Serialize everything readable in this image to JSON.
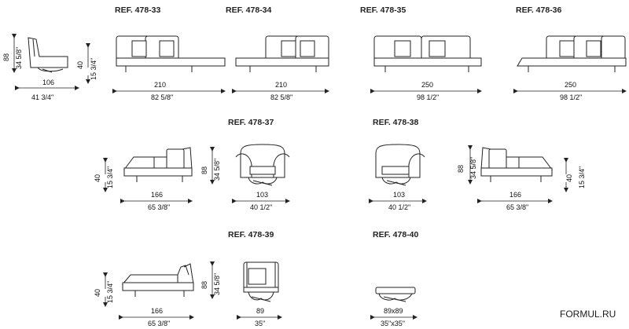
{
  "watermark": "FORMUL.RU",
  "products": [
    {
      "ref": "REF. 478-33",
      "width_cm": "210",
      "width_in": "82 5/8\""
    },
    {
      "ref": "REF. 478-34",
      "width_cm": "210",
      "width_in": "82 5/8\""
    },
    {
      "ref": "REF. 478-35",
      "width_cm": "250",
      "width_in": "98 1/2\""
    },
    {
      "ref": "REF. 478-36",
      "width_cm": "250",
      "width_in": "98 1/2\""
    },
    {
      "ref": "REF. 478-37",
      "width_cm": "166",
      "width_in": "65 3/8\"",
      "chair_cm": "103",
      "chair_in": "40 1/2\""
    },
    {
      "ref": "REF. 478-38",
      "width_cm": "166",
      "width_in": "65 3/8\"",
      "chair_cm": "103",
      "chair_in": "40 1/2\""
    },
    {
      "ref": "REF. 478-39",
      "width_cm": "166",
      "width_in": "65 3/8\"",
      "chair_cm": "89",
      "chair_in": "35\""
    },
    {
      "ref": "REF. 478-40",
      "width_cm": "89x89",
      "width_in": "35\"x35\""
    }
  ],
  "side_view": {
    "height_cm": "88",
    "height_in": "34 5/8\"",
    "depth_cm": "106",
    "depth_in": "41 3/4\""
  },
  "seat_height": {
    "cm": "40",
    "in": "15 3/4\""
  }
}
